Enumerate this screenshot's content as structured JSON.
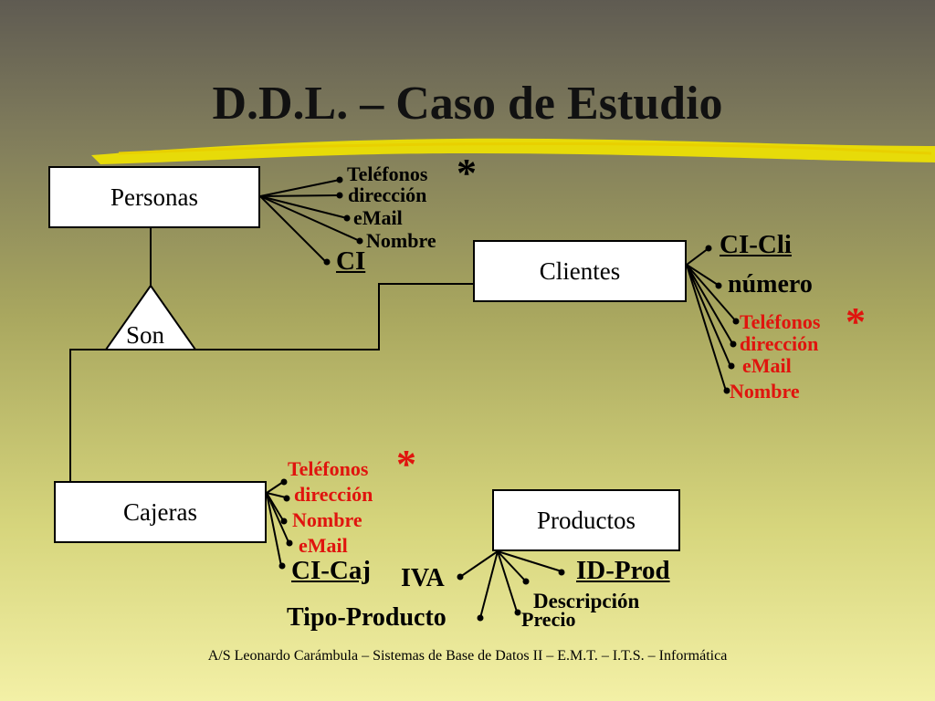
{
  "title": "D.D.L. – Caso de Estudio",
  "footer": "A/S Leonardo Carámbula – Sistemas de Base de Datos II – E.M.T. – I.T.S. – Informática",
  "entities": {
    "personas": "Personas",
    "clientes": "Clientes",
    "cajeras": "Cajeras",
    "productos": "Productos"
  },
  "relation": {
    "son": "Son"
  },
  "personas_attrs": {
    "telefonos": "Teléfonos",
    "direccion": "dirección",
    "email": "eMail",
    "nombre": "Nombre",
    "ci": "CI"
  },
  "clientes_attrs": {
    "ci_cli": "CI-Cli",
    "numero": "número",
    "telefonos": "Teléfonos",
    "direccion": "dirección",
    "email": "eMail",
    "nombre": "Nombre"
  },
  "cajeras_attrs": {
    "telefonos": "Teléfonos",
    "direccion": "dirección",
    "nombre": "Nombre",
    "email": "eMail",
    "ci_caj": "CI-Caj"
  },
  "productos_attrs": {
    "iva": "IVA",
    "id_prod": "ID-Prod",
    "descripcion": "Descripción",
    "precio": "Precio",
    "tipo_producto": "Tipo-Producto"
  },
  "star": "*",
  "colors": {
    "accent_red": "#e0140e",
    "underline_yellow": "#f2e400"
  }
}
